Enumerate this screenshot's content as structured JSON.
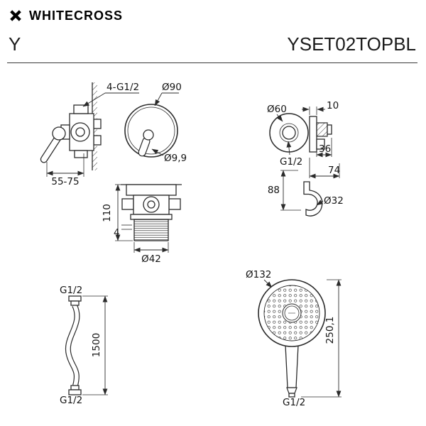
{
  "header": {
    "brand_name": "WHITECROSS",
    "series": "Y",
    "model": "YSET02TOPBL"
  },
  "colors": {
    "line": "#2b2b2b",
    "text": "#141414",
    "background": "#ffffff"
  },
  "drawings": {
    "mixer_side": {
      "thread": "4-G1/2",
      "depth_range": "55-75"
    },
    "escutcheon": {
      "outer_diameter": "Ø90",
      "spout_diameter": "Ø9,9"
    },
    "outlet": {
      "outer_diameter": "Ø60",
      "plate_thickness": "10",
      "thread": "G1/2",
      "depth": "36",
      "width": "74",
      "height_offset": "88",
      "holder_diameter": "Ø32"
    },
    "mixer_front": {
      "height": "110",
      "flange": "4",
      "trim_diameter": "Ø42"
    },
    "hose": {
      "top_thread": "G1/2",
      "length": "1500",
      "bottom_thread": "G1/2"
    },
    "handshower": {
      "head_diameter": "Ø132",
      "length": "250,1",
      "thread": "G1/2"
    }
  }
}
